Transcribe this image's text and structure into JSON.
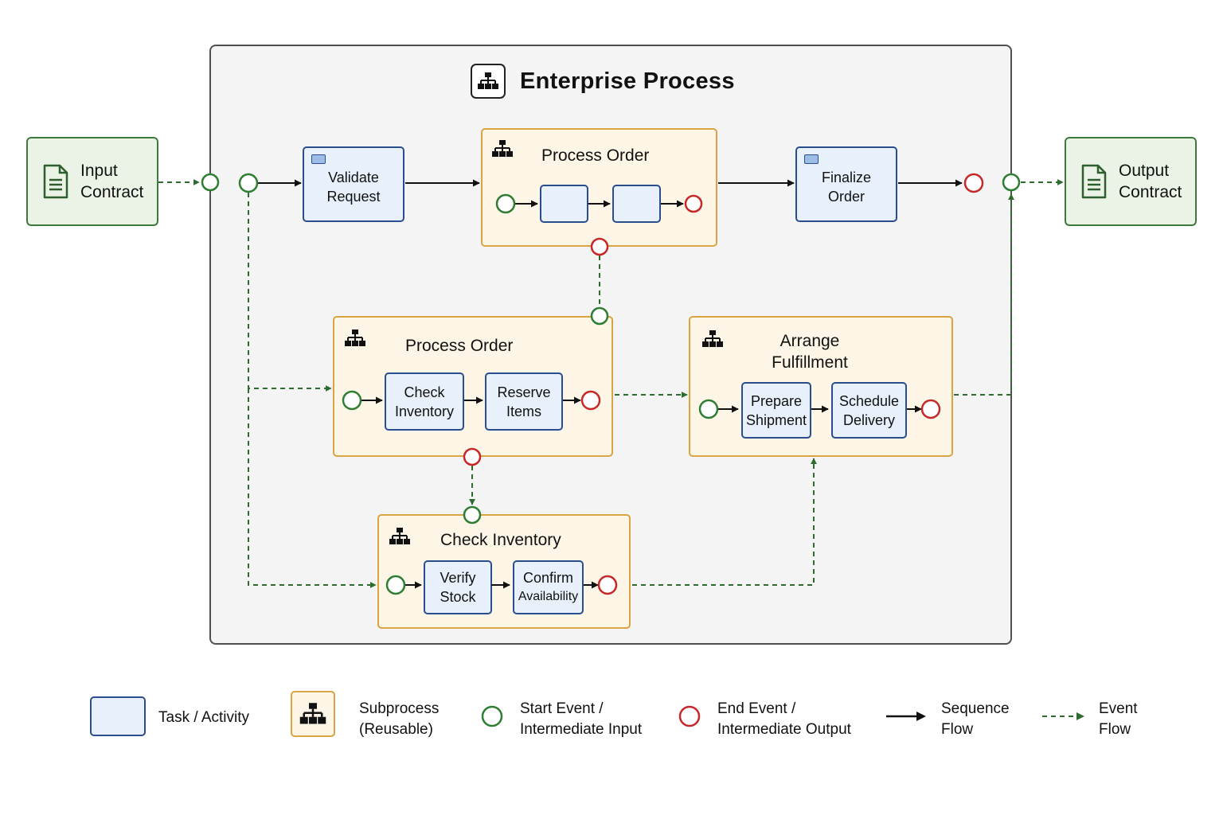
{
  "title": "Enterprise Process",
  "contracts": {
    "input": [
      "Input",
      "Contract"
    ],
    "output": [
      "Output",
      "Contract"
    ]
  },
  "tasks": {
    "validate": [
      "Validate",
      "Request"
    ],
    "finalize": [
      "Finalize",
      "Order"
    ],
    "check_inventory": [
      "Check",
      "Inventory"
    ],
    "reserve_items": [
      "Reserve",
      "Items"
    ],
    "prepare_shipment": [
      "Prepare",
      "Shipment"
    ],
    "schedule_delivery": [
      "Schedule",
      "Delivery"
    ],
    "verify_stock": [
      "Verify",
      "Stock"
    ],
    "confirm_availability": [
      "Confirm",
      "Availability"
    ]
  },
  "subprocesses": {
    "top": "Process Order",
    "middle": "Process Order",
    "fulfillment": [
      "Arrange",
      "Fulfillment"
    ],
    "check": "Check Inventory"
  },
  "legend": {
    "task": "Task / Activity",
    "subprocess": [
      "Subprocess",
      "(Reusable)"
    ],
    "start": [
      "Start Event /",
      "Intermediate Input"
    ],
    "end": [
      "End Event /",
      "Intermediate Output"
    ],
    "sequence": [
      "Sequence",
      "Flow"
    ],
    "event": [
      "Event",
      "Flow"
    ]
  },
  "colors": {
    "task_fill": "#e8f1fb",
    "task_border": "#2a4d8f",
    "subprocess_fill": "#fdf6e6",
    "subprocess_border": "#d9a441",
    "contract_fill": "#eaf3e6",
    "contract_border": "#3d7a3d",
    "start_event": "#2e7d32",
    "end_event": "#c62828",
    "event_flow": "#2e6b2e"
  }
}
